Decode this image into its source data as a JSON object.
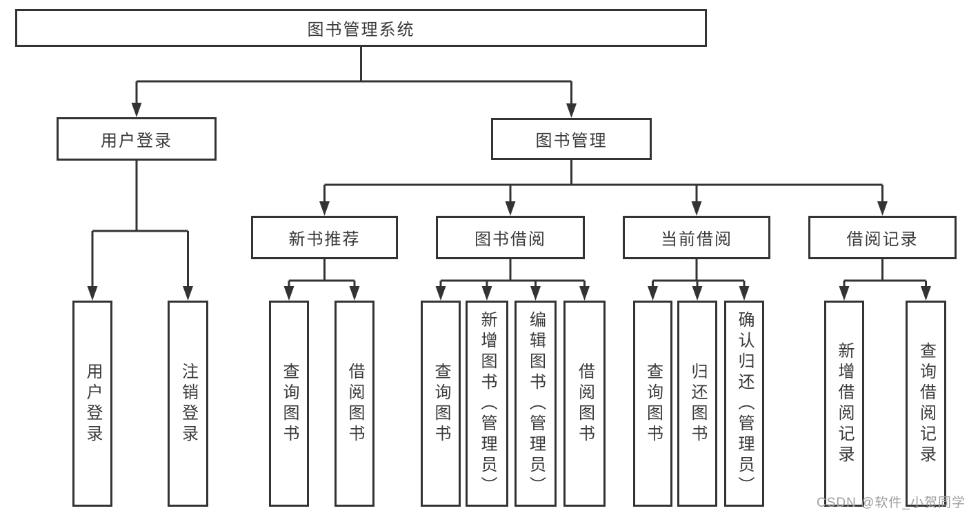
{
  "colors": {
    "line": "#333333",
    "text": "#3a3a3a",
    "node_fill": "#ffffff",
    "background": "#ffffff",
    "watermark": "#9e9e9e"
  },
  "tree": {
    "label": "图书管理系统",
    "children": [
      {
        "label": "用户登录",
        "children": [
          {
            "label": "用户登录"
          },
          {
            "label": "注销登录"
          }
        ]
      },
      {
        "label": "图书管理",
        "children": [
          {
            "label": "新书推荐",
            "children": [
              {
                "label": "查询图书"
              },
              {
                "label": "借阅图书"
              }
            ]
          },
          {
            "label": "图书借阅",
            "children": [
              {
                "label": "查询图书"
              },
              {
                "label": "新增图书（管理员）"
              },
              {
                "label": "编辑图书（管理员）"
              },
              {
                "label": "借阅图书"
              }
            ]
          },
          {
            "label": "当前借阅",
            "children": [
              {
                "label": "查询图书"
              },
              {
                "label": "归还图书"
              },
              {
                "label": "确认归还（管理员）"
              }
            ]
          },
          {
            "label": "借阅记录",
            "children": [
              {
                "label": "新增借阅记录"
              },
              {
                "label": "查询借阅记录"
              }
            ]
          }
        ]
      }
    ]
  },
  "watermark": {
    "text": "CSDN @软件_小贺同学"
  }
}
